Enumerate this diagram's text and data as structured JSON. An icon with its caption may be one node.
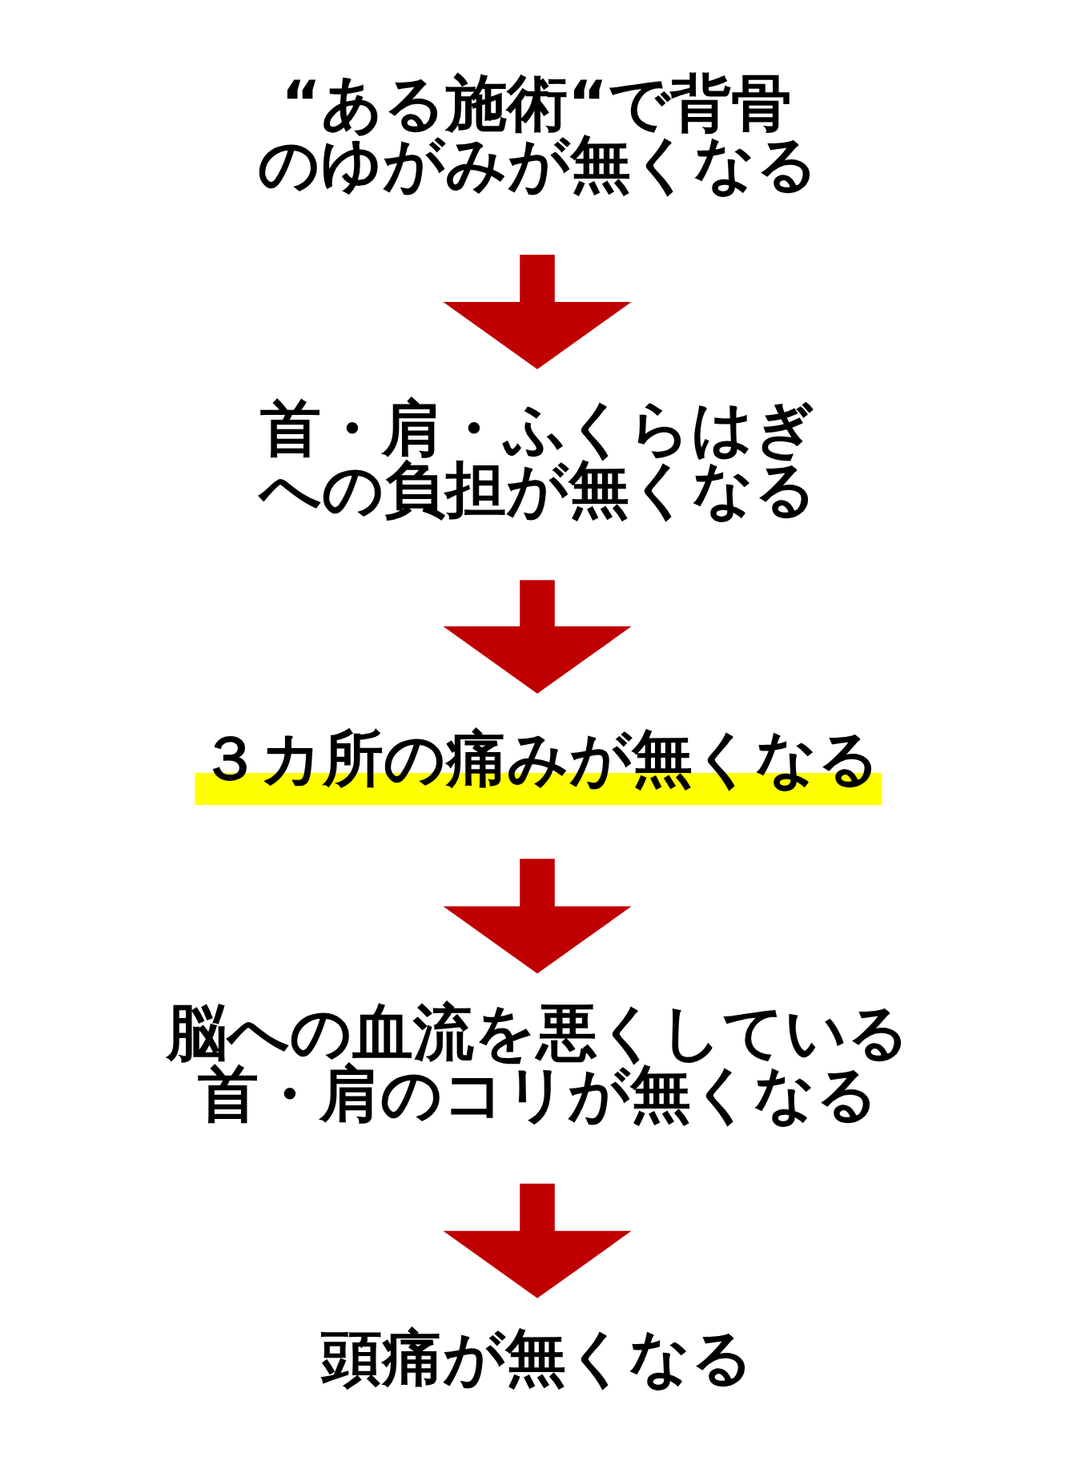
{
  "diagram": {
    "nodes": [
      {
        "text": [
          "“ある施術“で背骨のゆがみが無くなる"
        ]
      },
      {
        "text": [
          "首・肩・ふくらはぎへの負担が無くなる"
        ]
      },
      {
        "text": [
          "３カ所の痛みが無くなる"
        ]
      },
      {
        "text": [
          "脳への血流を悪くしている首・肩のコリが無くなる"
        ]
      },
      {
        "text": [
          "頭痛が無くなる"
        ]
      }
    ],
    "edges": [
      {
        "from": 0,
        "to": 1,
        "arrow": "to"
      },
      {
        "from": 1,
        "to": 2,
        "arrow": "to"
      },
      {
        "from": 2,
        "to": 3,
        "arrow": "to"
      },
      {
        "from": 3,
        "to": 4,
        "arrow": "to"
      }
    ]
  }
}
